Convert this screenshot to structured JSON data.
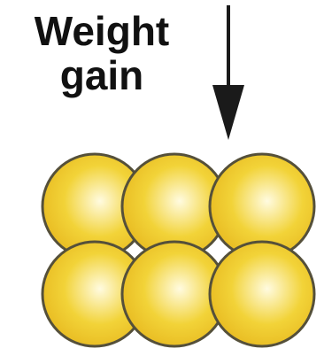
{
  "label": {
    "line1": "Weight",
    "line2": "gain"
  },
  "colors": {
    "sphere_fill": "#f2d338",
    "sphere_highlight": "#fffbe0",
    "sphere_outline": "#55503a",
    "arrow": "#1a1a1a"
  },
  "spheres": {
    "rows": 2,
    "columns": 3
  }
}
